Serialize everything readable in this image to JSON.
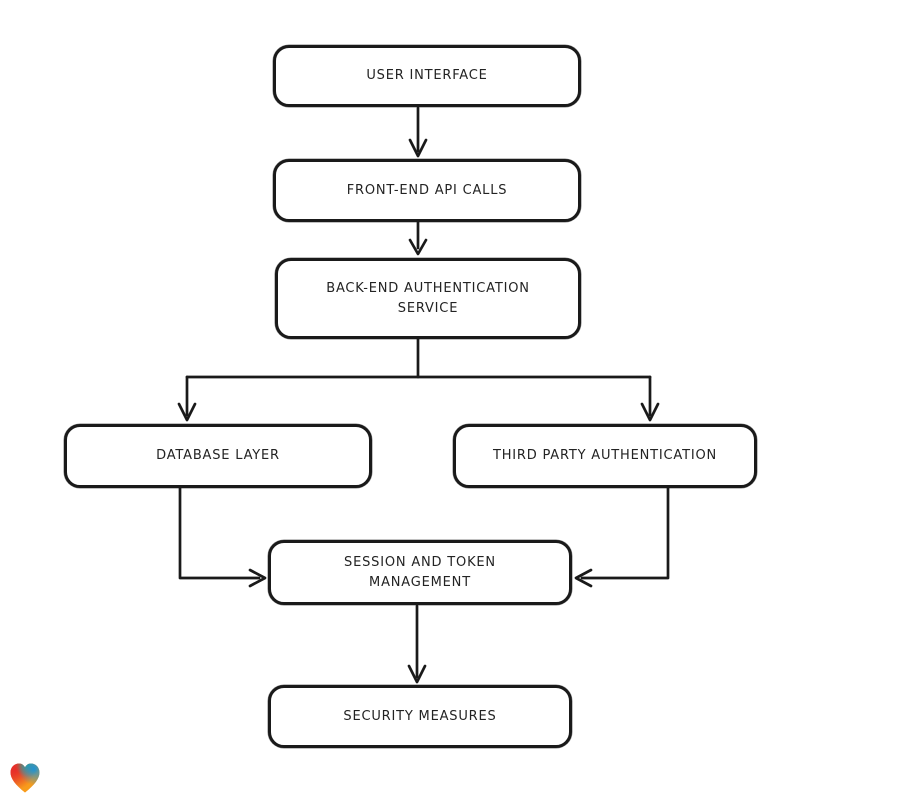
{
  "diagram": {
    "background": "#ffffff",
    "stroke_color": "#1a1a1a",
    "node_fill": "#ffffff",
    "nodes": [
      {
        "id": "user-interface",
        "label": [
          "USER INTERFACE"
        ]
      },
      {
        "id": "front-end-api-calls",
        "label": [
          "FRONT-END API CALLS"
        ]
      },
      {
        "id": "back-end-authentication-service",
        "label": [
          "BACK-END AUTHENTICATION",
          "SERVICE"
        ]
      },
      {
        "id": "database-layer",
        "label": [
          "DATABASE LAYER"
        ]
      },
      {
        "id": "third-party-authentication",
        "label": [
          "THIRD PARTY AUTHENTICATION"
        ]
      },
      {
        "id": "session-and-token-management",
        "label": [
          "SESSION AND TOKEN",
          "MANAGEMENT"
        ]
      },
      {
        "id": "security-measures",
        "label": [
          "SECURITY MEASURES"
        ]
      }
    ],
    "edges": [
      {
        "from": "user-interface",
        "to": "front-end-api-calls"
      },
      {
        "from": "front-end-api-calls",
        "to": "back-end-authentication-service"
      },
      {
        "from": "back-end-authentication-service",
        "to": "database-layer"
      },
      {
        "from": "back-end-authentication-service",
        "to": "third-party-authentication"
      },
      {
        "from": "database-layer",
        "to": "session-and-token-management"
      },
      {
        "from": "third-party-authentication",
        "to": "session-and-token-management"
      },
      {
        "from": "session-and-token-management",
        "to": "security-measures"
      }
    ],
    "watermark": {
      "icon": "heart-gradient-icon",
      "colors": [
        "#e6332c",
        "#2aa889",
        "#1f93d4",
        "#f89c1b"
      ]
    }
  }
}
